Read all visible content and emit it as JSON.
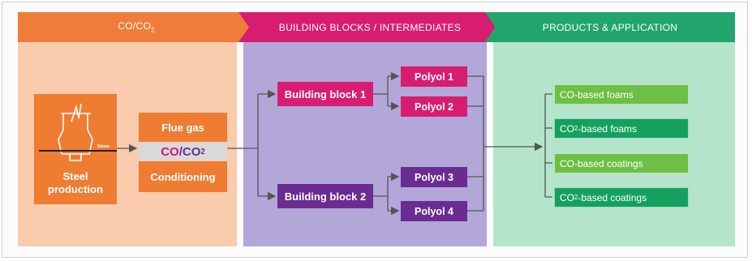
{
  "headers": {
    "section1": "CO/CO",
    "section1_sub": "2",
    "section2": "BUILDING BLOCKS / INTERMEDIATES",
    "section3": "PRODUCTS & APPLICATION"
  },
  "steel": {
    "label_line1": "Steel",
    "label_line2": "production",
    "icon": "furnace-icon"
  },
  "process": {
    "flue_gas": "Flue gas",
    "co_part": "CO",
    "slash": "/",
    "co2_part": "CO",
    "co2_sub": "2",
    "conditioning": "Conditioning"
  },
  "building_blocks": [
    "Building block 1",
    "Building block 2"
  ],
  "polyols": [
    "Polyol 1",
    "Polyol 2",
    "Polyol 3",
    "Polyol 4"
  ],
  "products": {
    "p1": "CO-based foams",
    "p2_pre": "CO",
    "p2_sub": "2",
    "p2_post": "-based foams",
    "p3": "CO-based coatings",
    "p4_pre": "CO",
    "p4_sub": "2",
    "p4_post": "-based coatings"
  },
  "colors": {
    "orange": "#ee7c31",
    "magenta": "#d81d71",
    "purple": "#6b2c91",
    "green_light": "#6dbf45",
    "green_dark": "#16a05f"
  }
}
